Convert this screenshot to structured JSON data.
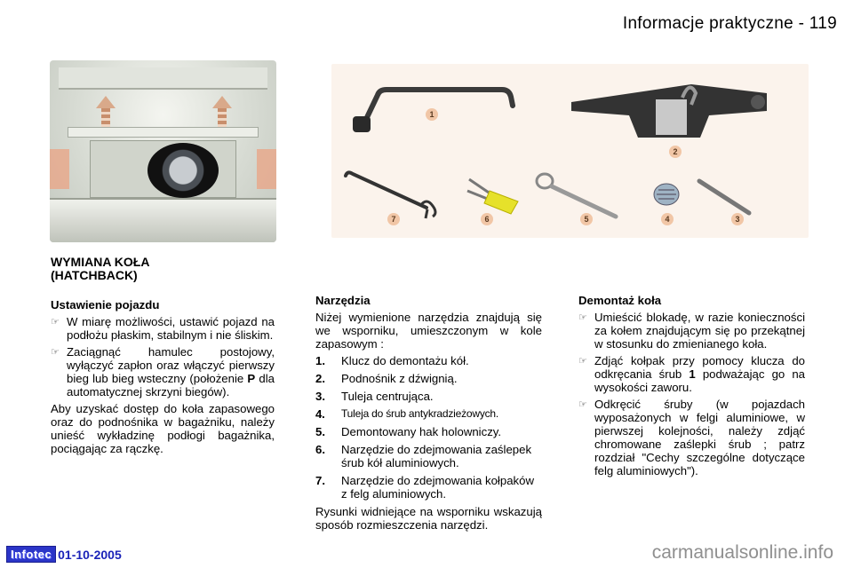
{
  "header": {
    "page_title": "Informacje praktyczne - 119"
  },
  "figures": {
    "trunk_photo": {
      "description": "trunk-open-spare-wheel"
    },
    "tools_photo": {
      "labels": [
        "1",
        "2",
        "3",
        "4",
        "5",
        "6",
        "7"
      ]
    }
  },
  "column1": {
    "section_title_line1": "WYMIANA KOŁA",
    "section_title_line2": "(HATCHBACK)",
    "subhead": "Ustawienie pojazdu",
    "bullets": [
      "W miarę możliwości, ustawić pojazd na podłożu płaskim, stabilnym i nie śliskim.",
      "Zaciągnąć hamulec postojowy, wyłączyć zapłon oraz włączyć pierwszy bieg lub bieg wsteczny (położenie"
    ],
    "bullet2_bold": "P",
    "bullet2_tail": "dla automatycznej skrzyni biegów).",
    "paragraph": "Aby uzyskać dostęp do koła zapasowego oraz do podnośnika w bagażniku, należy unieść wykładzinę podłogi bagażnika, pociągając za rączkę."
  },
  "column2": {
    "subhead": "Narzędzia",
    "intro": "Niżej wymienione narzędzia znajdują się we wsporniku, umieszczonym w kole zapasowym :",
    "items": [
      {
        "num": "1.",
        "text": "Klucz do demontażu kół."
      },
      {
        "num": "2.",
        "text": "Podnośnik z dźwignią."
      },
      {
        "num": "3.",
        "text": "Tuleja centrująca."
      },
      {
        "num": "4.",
        "text": "Tuleja do śrub antykradzieżowych."
      },
      {
        "num": "5.",
        "text": "Demontowany hak holowniczy."
      },
      {
        "num": "6.",
        "text": "Narzędzie do zdejmowania zaślepek śrub kół aluminiowych."
      },
      {
        "num": "7.",
        "text": "Narzędzie do zdejmowania kołpaków z felg aluminiowych."
      }
    ],
    "outro": "Rysunki widniejące na wsporniku wskazują sposób rozmieszczenia narzędzi."
  },
  "column3": {
    "subhead": "Demontaż koła",
    "bullets": [
      "Umieścić blokadę, w razie konieczności za kołem znajdującym się po przekątnej w stosunku do zmienianego koła.",
      "Zdjąć kołpak przy pomocy klucza do odkręcania śrub",
      "Odkręcić śruby (w pojazdach wyposażonych w felgi aluminiowe, w pierwszej kolejności, należy zdjąć chromowane zaślepki śrub ; patrz rozdział \"Cechy szczególne dotyczące felg aluminiowych\")."
    ],
    "bullet2_bold": "1",
    "bullet2_tail": "podważając go na wysokości zaworu."
  },
  "footer": {
    "badge": "Infotec",
    "date": "01-10-2005",
    "watermark": "carmanualsonline.info"
  },
  "colors": {
    "badge_bg": "#2b35c8",
    "date_color": "#1a22b8",
    "watermark_color": "#8f8f8f",
    "tool_label_bg": "#f1c6a6"
  }
}
